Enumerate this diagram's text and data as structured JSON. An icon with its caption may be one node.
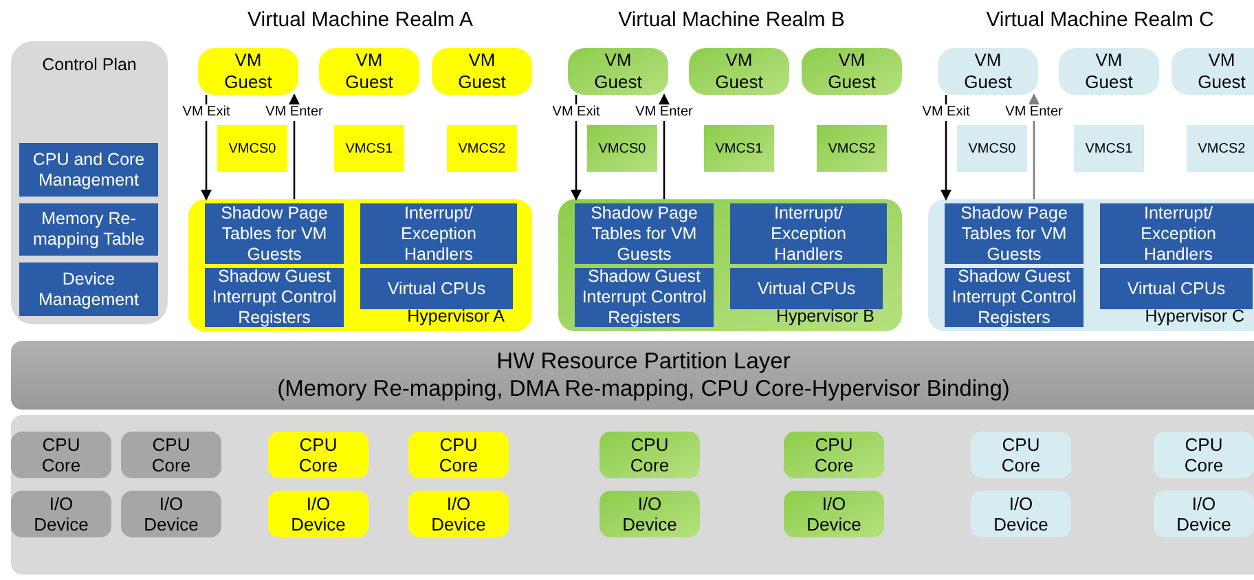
{
  "diagram": {
    "nodes": [
      {
        "text": [
          "Control Plan"
        ]
      },
      {
        "text": [
          "CPU and Core Management"
        ],
        "in": 0
      },
      {
        "text": [
          "Memory Re-mapping Table"
        ],
        "in": 0
      },
      {
        "text": [
          "Device Management"
        ],
        "in": 0
      },
      {
        "text": [
          "VM Guest"
        ]
      },
      {
        "text": [
          "VM Guest"
        ]
      },
      {
        "text": [
          "VM Guest"
        ]
      },
      {
        "text": [
          "VMCS0"
        ]
      },
      {
        "text": [
          "VMCS1"
        ]
      },
      {
        "text": [
          "VMCS2"
        ]
      },
      {
        "text": [
          "Hypervisor A"
        ]
      },
      {
        "text": [
          "Shadow Page Tables for VM Guests"
        ],
        "in": 10
      },
      {
        "text": [
          "Interrupt/ Exception Handlers"
        ],
        "in": 10
      },
      {
        "text": [
          "Shadow Guest Interrupt Control Registers"
        ],
        "in": 10
      },
      {
        "text": [
          "Virtual CPUs"
        ],
        "in": 10
      },
      {
        "text": [
          "VM Guest"
        ]
      },
      {
        "text": [
          "VM Guest"
        ]
      },
      {
        "text": [
          "VM Guest"
        ]
      },
      {
        "text": [
          "VMCS0"
        ]
      },
      {
        "text": [
          "VMCS1"
        ]
      },
      {
        "text": [
          "VMCS2"
        ]
      },
      {
        "text": [
          "Hypervisor B"
        ]
      },
      {
        "text": [
          "Shadow Page Tables for VM Guests"
        ],
        "in": 21
      },
      {
        "text": [
          "Interrupt/ Exception Handlers"
        ],
        "in": 21
      },
      {
        "text": [
          "Shadow Guest Interrupt Control Registers"
        ],
        "in": 21
      },
      {
        "text": [
          "Virtual CPUs"
        ],
        "in": 21
      },
      {
        "text": [
          "VM Guest"
        ]
      },
      {
        "text": [
          "VM Guest"
        ]
      },
      {
        "text": [
          "VM Guest"
        ]
      },
      {
        "text": [
          "VMCS0"
        ]
      },
      {
        "text": [
          "VMCS1"
        ]
      },
      {
        "text": [
          "VMCS2"
        ]
      },
      {
        "text": [
          "Hypervisor C"
        ]
      },
      {
        "text": [
          "Shadow Page Tables for VM Guests"
        ],
        "in": 32
      },
      {
        "text": [
          "Interrupt/ Exception Handlers"
        ],
        "in": 32
      },
      {
        "text": [
          "Shadow Guest Interrupt Control Registers"
        ],
        "in": 32
      },
      {
        "text": [
          "Virtual CPUs"
        ],
        "in": 32
      },
      {
        "text": [
          "HW Resource Partition Layer",
          "(Memory Re-mapping, DMA Re-mapping, CPU Core-Hypervisor Binding)"
        ]
      },
      {
        "text": [],
        "shape": "box"
      },
      {
        "text": [
          "CPU Core"
        ],
        "in": 38
      },
      {
        "text": [
          "CPU Core"
        ],
        "in": 38
      },
      {
        "text": [
          "CPU Core"
        ],
        "in": 38
      },
      {
        "text": [
          "CPU Core"
        ],
        "in": 38
      },
      {
        "text": [
          "CPU Core"
        ],
        "in": 38
      },
      {
        "text": [
          "CPU Core"
        ],
        "in": 38
      },
      {
        "text": [
          "CPU Core"
        ],
        "in": 38
      },
      {
        "text": [
          "CPU Core"
        ],
        "in": 38
      },
      {
        "text": [
          "I/O Device"
        ],
        "in": 38
      },
      {
        "text": [
          "I/O Device"
        ],
        "in": 38
      },
      {
        "text": [
          "I/O Device"
        ],
        "in": 38
      },
      {
        "text": [
          "I/O Device"
        ],
        "in": 38
      },
      {
        "text": [
          "I/O Device"
        ],
        "in": 38
      },
      {
        "text": [
          "I/O Device"
        ],
        "in": 38
      },
      {
        "text": [
          "I/O Device"
        ],
        "in": 38
      },
      {
        "text": [
          "I/O Device"
        ],
        "in": 38
      }
    ],
    "edges": [
      {
        "from": 4,
        "to": 10,
        "arrow": "to",
        "label": "VM Exit"
      },
      {
        "from": 10,
        "to": 4,
        "arrow": "to",
        "label": "VM Enter"
      },
      {
        "from": 15,
        "to": 21,
        "arrow": "to",
        "label": "VM Exit"
      },
      {
        "from": 21,
        "to": 15,
        "arrow": "to",
        "label": "VM Enter"
      },
      {
        "from": 26,
        "to": 32,
        "arrow": "to",
        "label": "VM Exit"
      },
      {
        "from": 32,
        "to": 26,
        "arrow": "to",
        "label": "VM Enter",
        "color": "#7f7f7f"
      }
    ],
    "labels": [
      "Virtual Machine Realm A",
      "Virtual Machine Realm B",
      "Virtual Machine Realm C"
    ]
  }
}
